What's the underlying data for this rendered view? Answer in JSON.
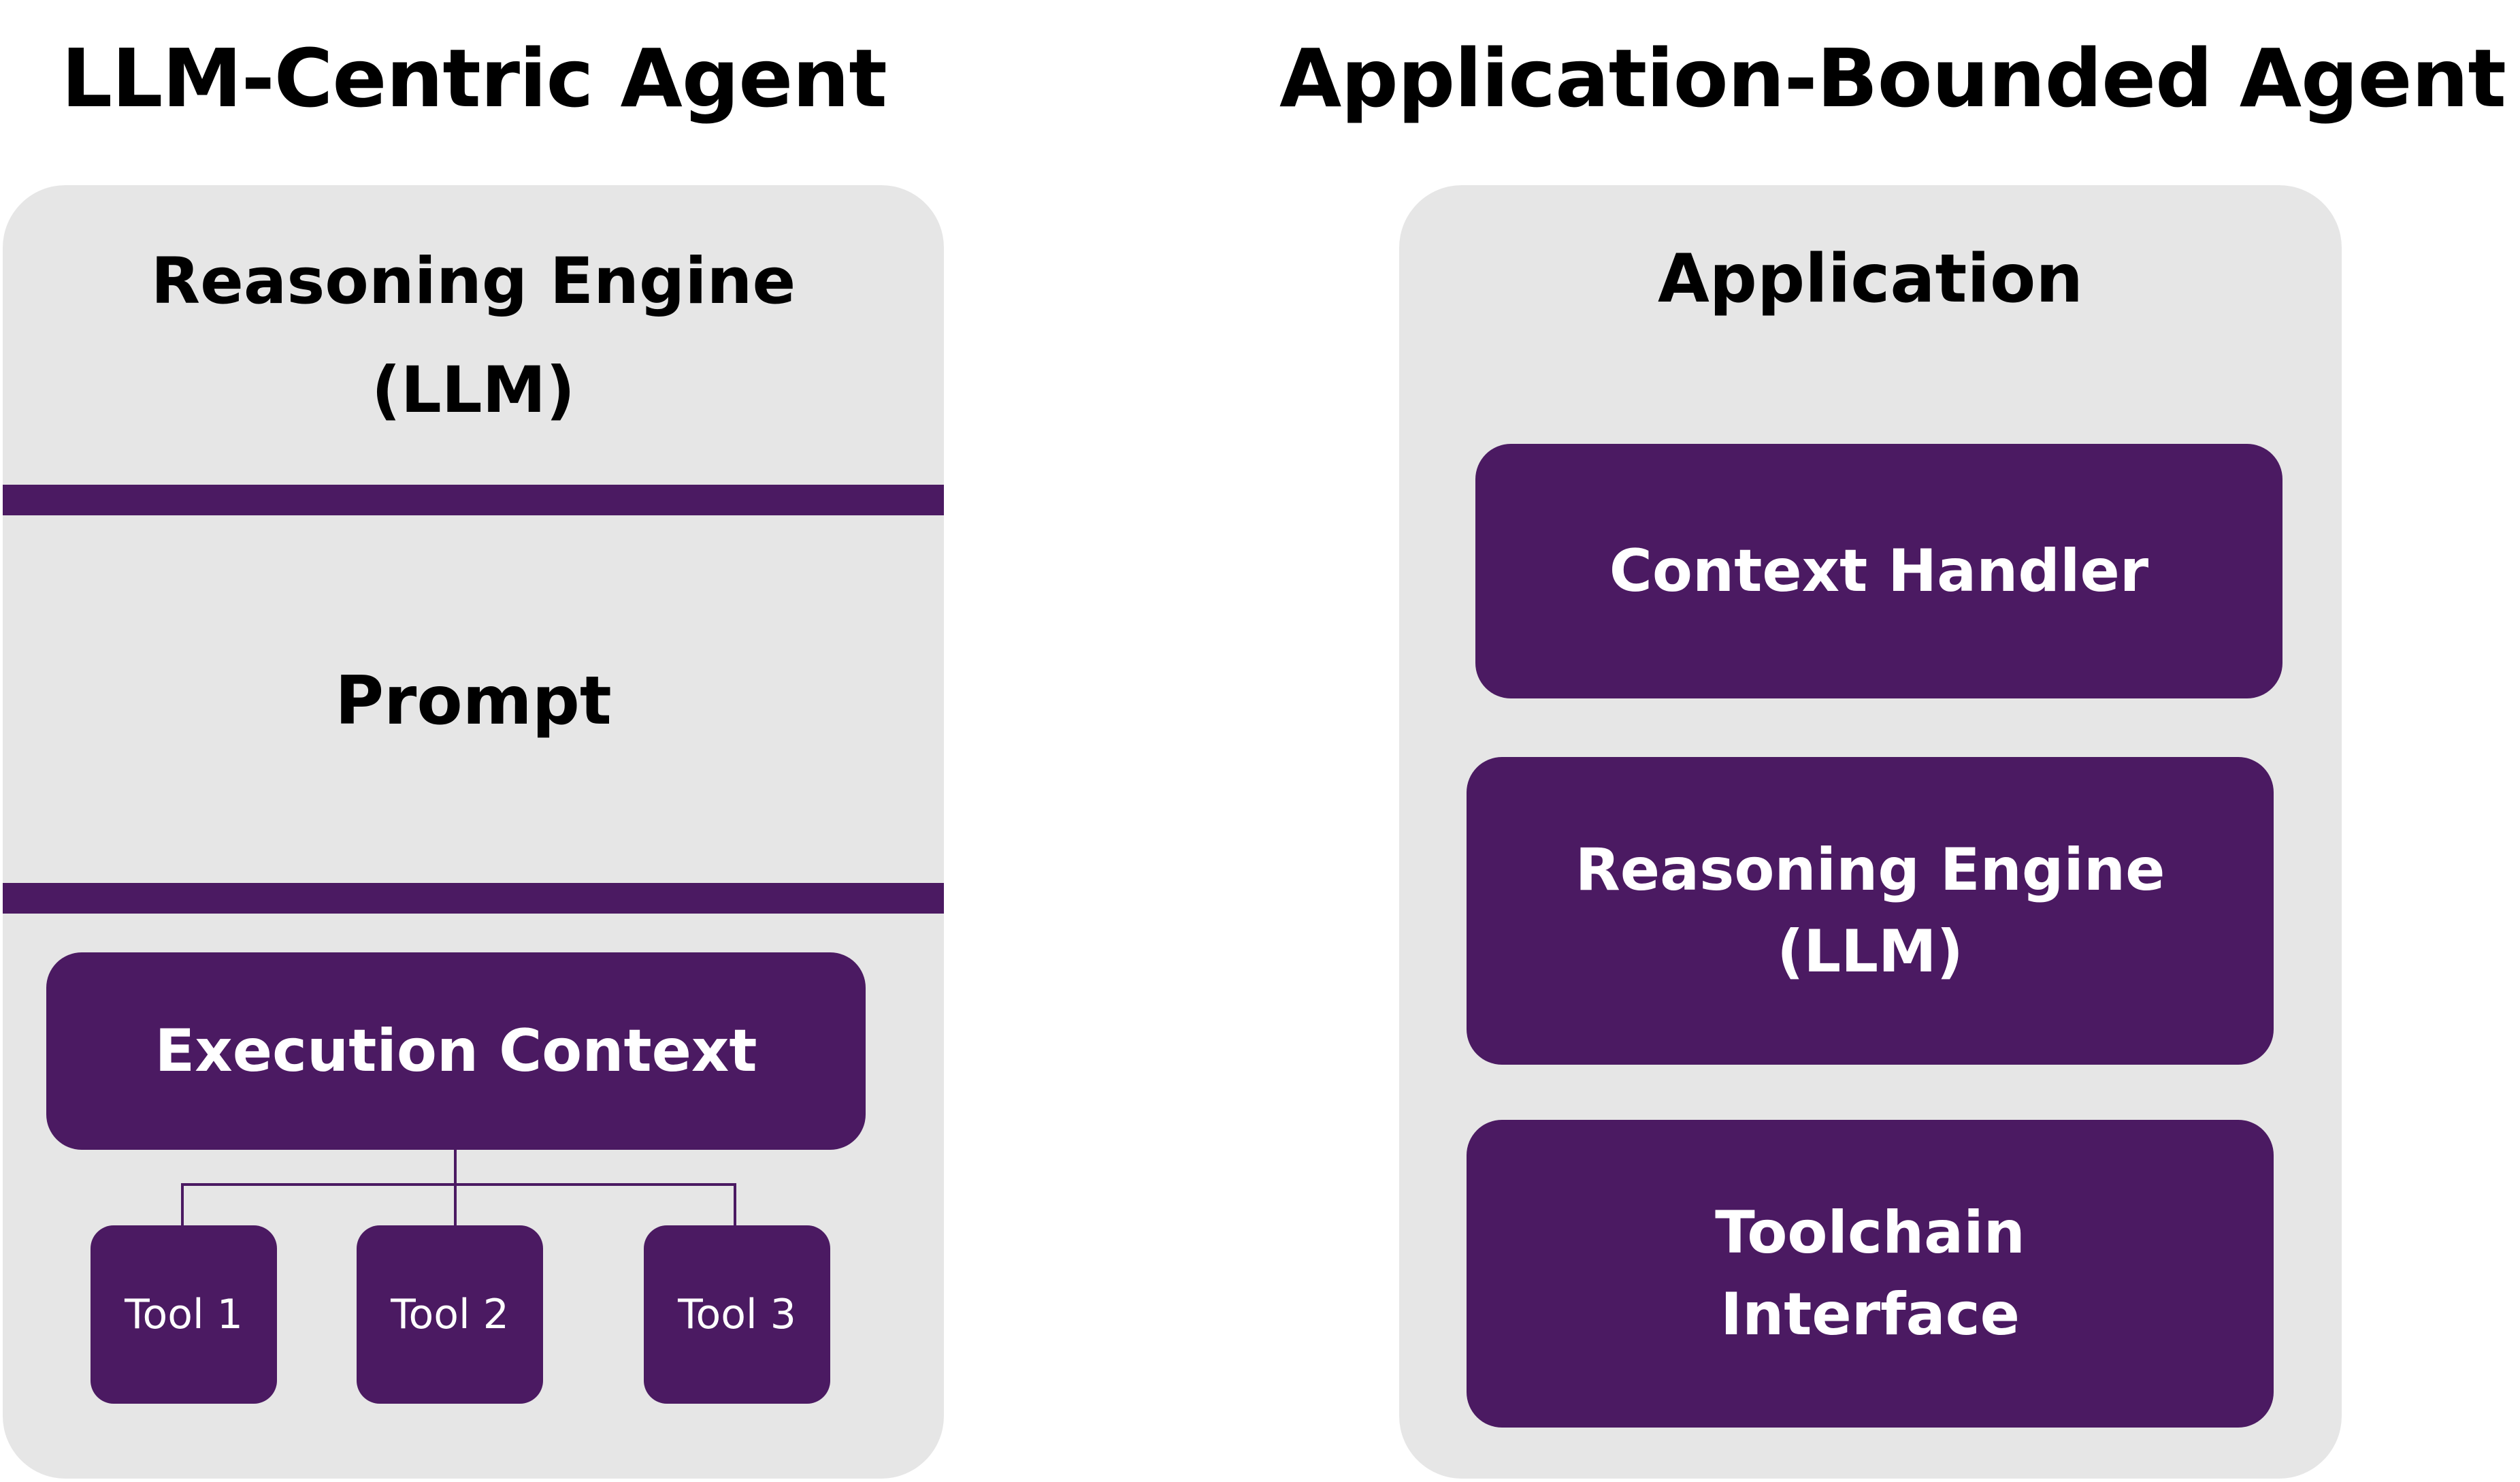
{
  "colors": {
    "purple": "#4b1a62",
    "panel_gray": "#e6e6e6",
    "background": "#ffffff",
    "text_dark": "#000000",
    "text_light": "#ffffff"
  },
  "left": {
    "heading": "LLM-Centric Agent",
    "reasoning_line1": "Reasoning Engine",
    "reasoning_line2": "(LLM)",
    "prompt": "Prompt",
    "execution_context": "Execution Context",
    "tools": [
      "Tool 1",
      "Tool 2",
      "Tool 3"
    ]
  },
  "right": {
    "heading": "Application-Bounded Agent",
    "application": "Application",
    "context_handler": "Context Handler",
    "reasoning_line1": "Reasoning Engine",
    "reasoning_line2": "(LLM)",
    "toolchain_line1": "Toolchain",
    "toolchain_line2": "Interface"
  }
}
